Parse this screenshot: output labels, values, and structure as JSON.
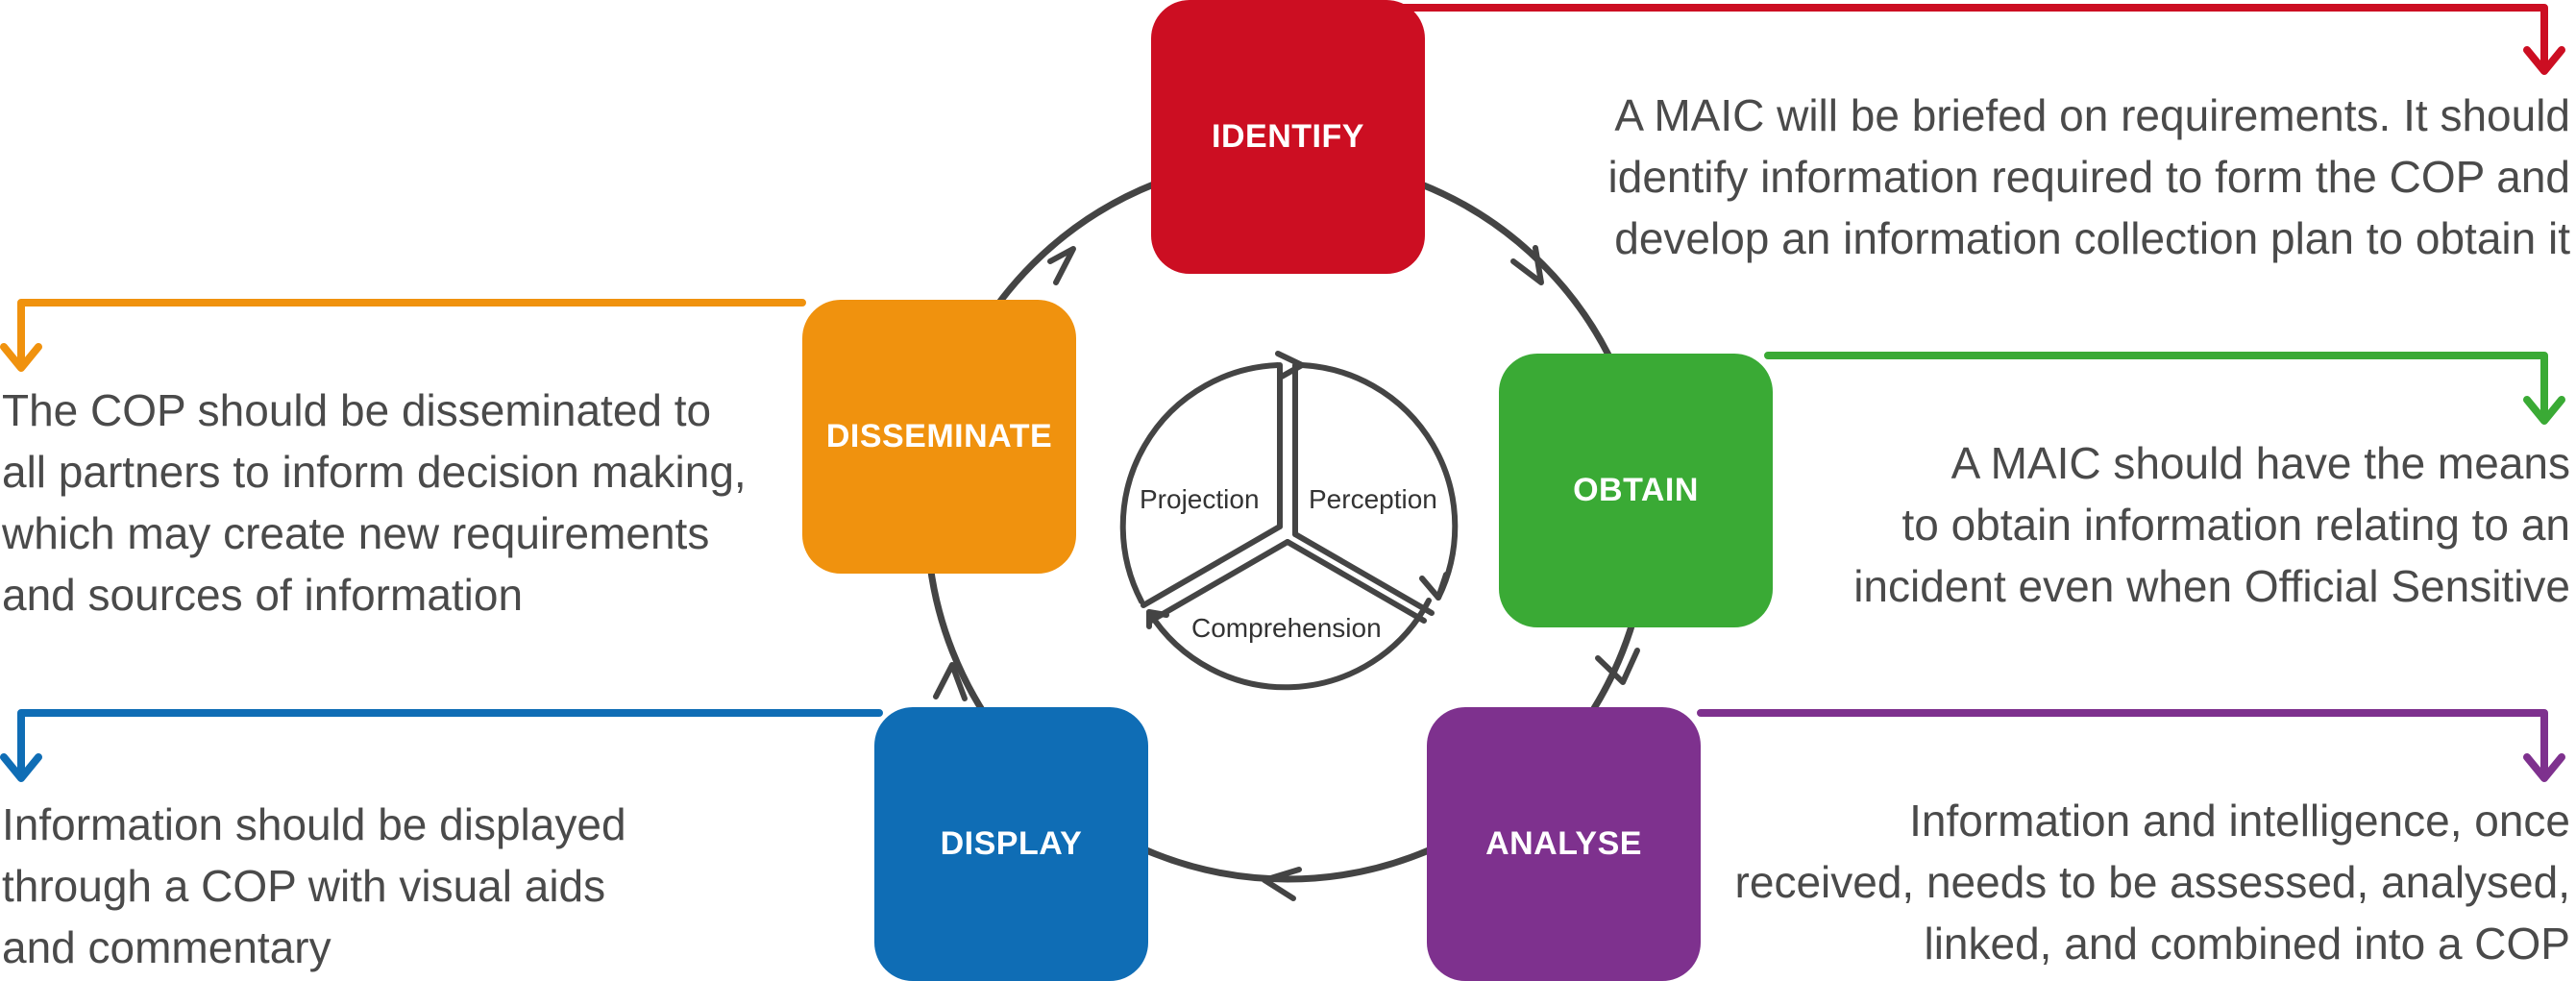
{
  "stages": {
    "identify": {
      "label": "IDENTIFY",
      "color": "#cc0e22",
      "description": [
        "A MAIC will be briefed on requirements. It should",
        "identify information required to form the COP and",
        "develop an information collection plan to obtain it"
      ]
    },
    "obtain": {
      "label": "OBTAIN",
      "color": "#3aaa35",
      "description": [
        "A MAIC should have the means",
        "to obtain information relating to an",
        "incident even when Official Sensitive"
      ]
    },
    "analyse": {
      "label": "ANALYSE",
      "color": "#7e318e",
      "description": [
        "Information and intelligence, once",
        "received, needs to be assessed, analysed,",
        "linked, and combined into a COP"
      ]
    },
    "display": {
      "label": "DISPLAY",
      "color": "#0f6db5",
      "description": [
        "Information should be displayed",
        "through a COP with visual aids",
        "and commentary"
      ]
    },
    "disseminate": {
      "label": "DISSEMINATE",
      "color": "#f0920e",
      "description": [
        "The COP should be disseminated to",
        "all partners to inform decision making,",
        "which may create new requirements",
        "and sources of information"
      ]
    }
  },
  "center_cycle": {
    "perception": "Perception",
    "comprehension": "Comprehension",
    "projection": "Projection"
  },
  "colors": {
    "cycle_line": "#444444",
    "text": "#4a4a4a"
  }
}
